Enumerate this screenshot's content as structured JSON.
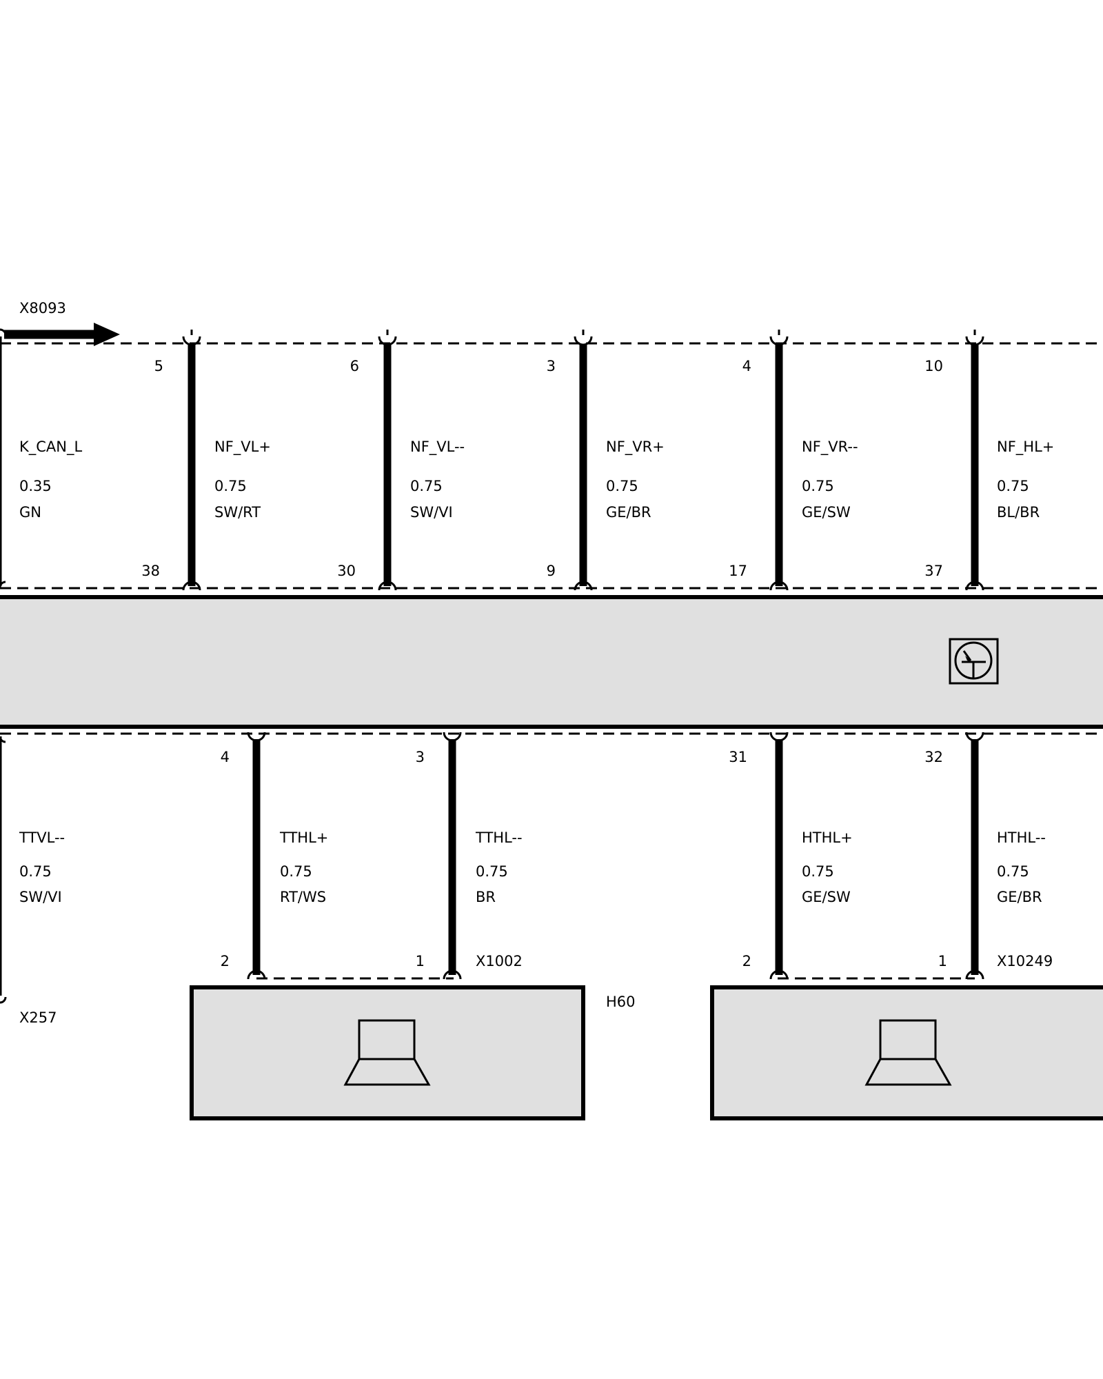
{
  "connectors": {
    "top_left": "X8093",
    "bottom_left": "X257",
    "speaker_left": "X1002",
    "speaker_right": "X10249",
    "speaker_left_component": "H60"
  },
  "top_wires": [
    {
      "pin_top": "",
      "pin_bottom": "38",
      "signal": "K_CAN_L",
      "gauge": "0.35",
      "color": "GN"
    },
    {
      "pin_top": "5",
      "pin_bottom": "30",
      "signal": "NF_VL+",
      "gauge": "0.75",
      "color": "SW/RT"
    },
    {
      "pin_top": "6",
      "pin_bottom": "9",
      "signal": "NF_VL--",
      "gauge": "0.75",
      "color": "SW/VI"
    },
    {
      "pin_top": "3",
      "pin_bottom": "17",
      "signal": "NF_VR+",
      "gauge": "0.75",
      "color": "GE/BR"
    },
    {
      "pin_top": "4",
      "pin_bottom": "37",
      "signal": "NF_VR--",
      "gauge": "0.75",
      "color": "GE/SW"
    },
    {
      "pin_top": "10",
      "pin_bottom": "",
      "signal": "NF_HL+",
      "gauge": "0.75",
      "color": "BL/BR"
    }
  ],
  "bottom_wires": [
    {
      "pin_top": "",
      "pin_bottom": "",
      "signal": "TTVL--",
      "gauge": "0.75",
      "color": "SW/VI"
    },
    {
      "pin_top": "4",
      "pin_bottom": "2",
      "signal": "TTHL+",
      "gauge": "0.75",
      "color": "RT/WS"
    },
    {
      "pin_top": "3",
      "pin_bottom": "1",
      "signal": "TTHL--",
      "gauge": "0.75",
      "color": "BR"
    },
    {
      "pin_top": "31",
      "pin_bottom": "2",
      "signal": "HTHL+",
      "gauge": "0.75",
      "color": "GE/SW"
    },
    {
      "pin_top": "32",
      "pin_bottom": "1",
      "signal": "HTHL--",
      "gauge": "0.75",
      "color": "GE/BR"
    }
  ],
  "icons": {
    "module": "transistor-icon",
    "speaker": "speaker-icon",
    "arrow": "arrow-right-icon"
  },
  "colors": {
    "module_fill": "#e0e0e0",
    "line": "#000000"
  }
}
